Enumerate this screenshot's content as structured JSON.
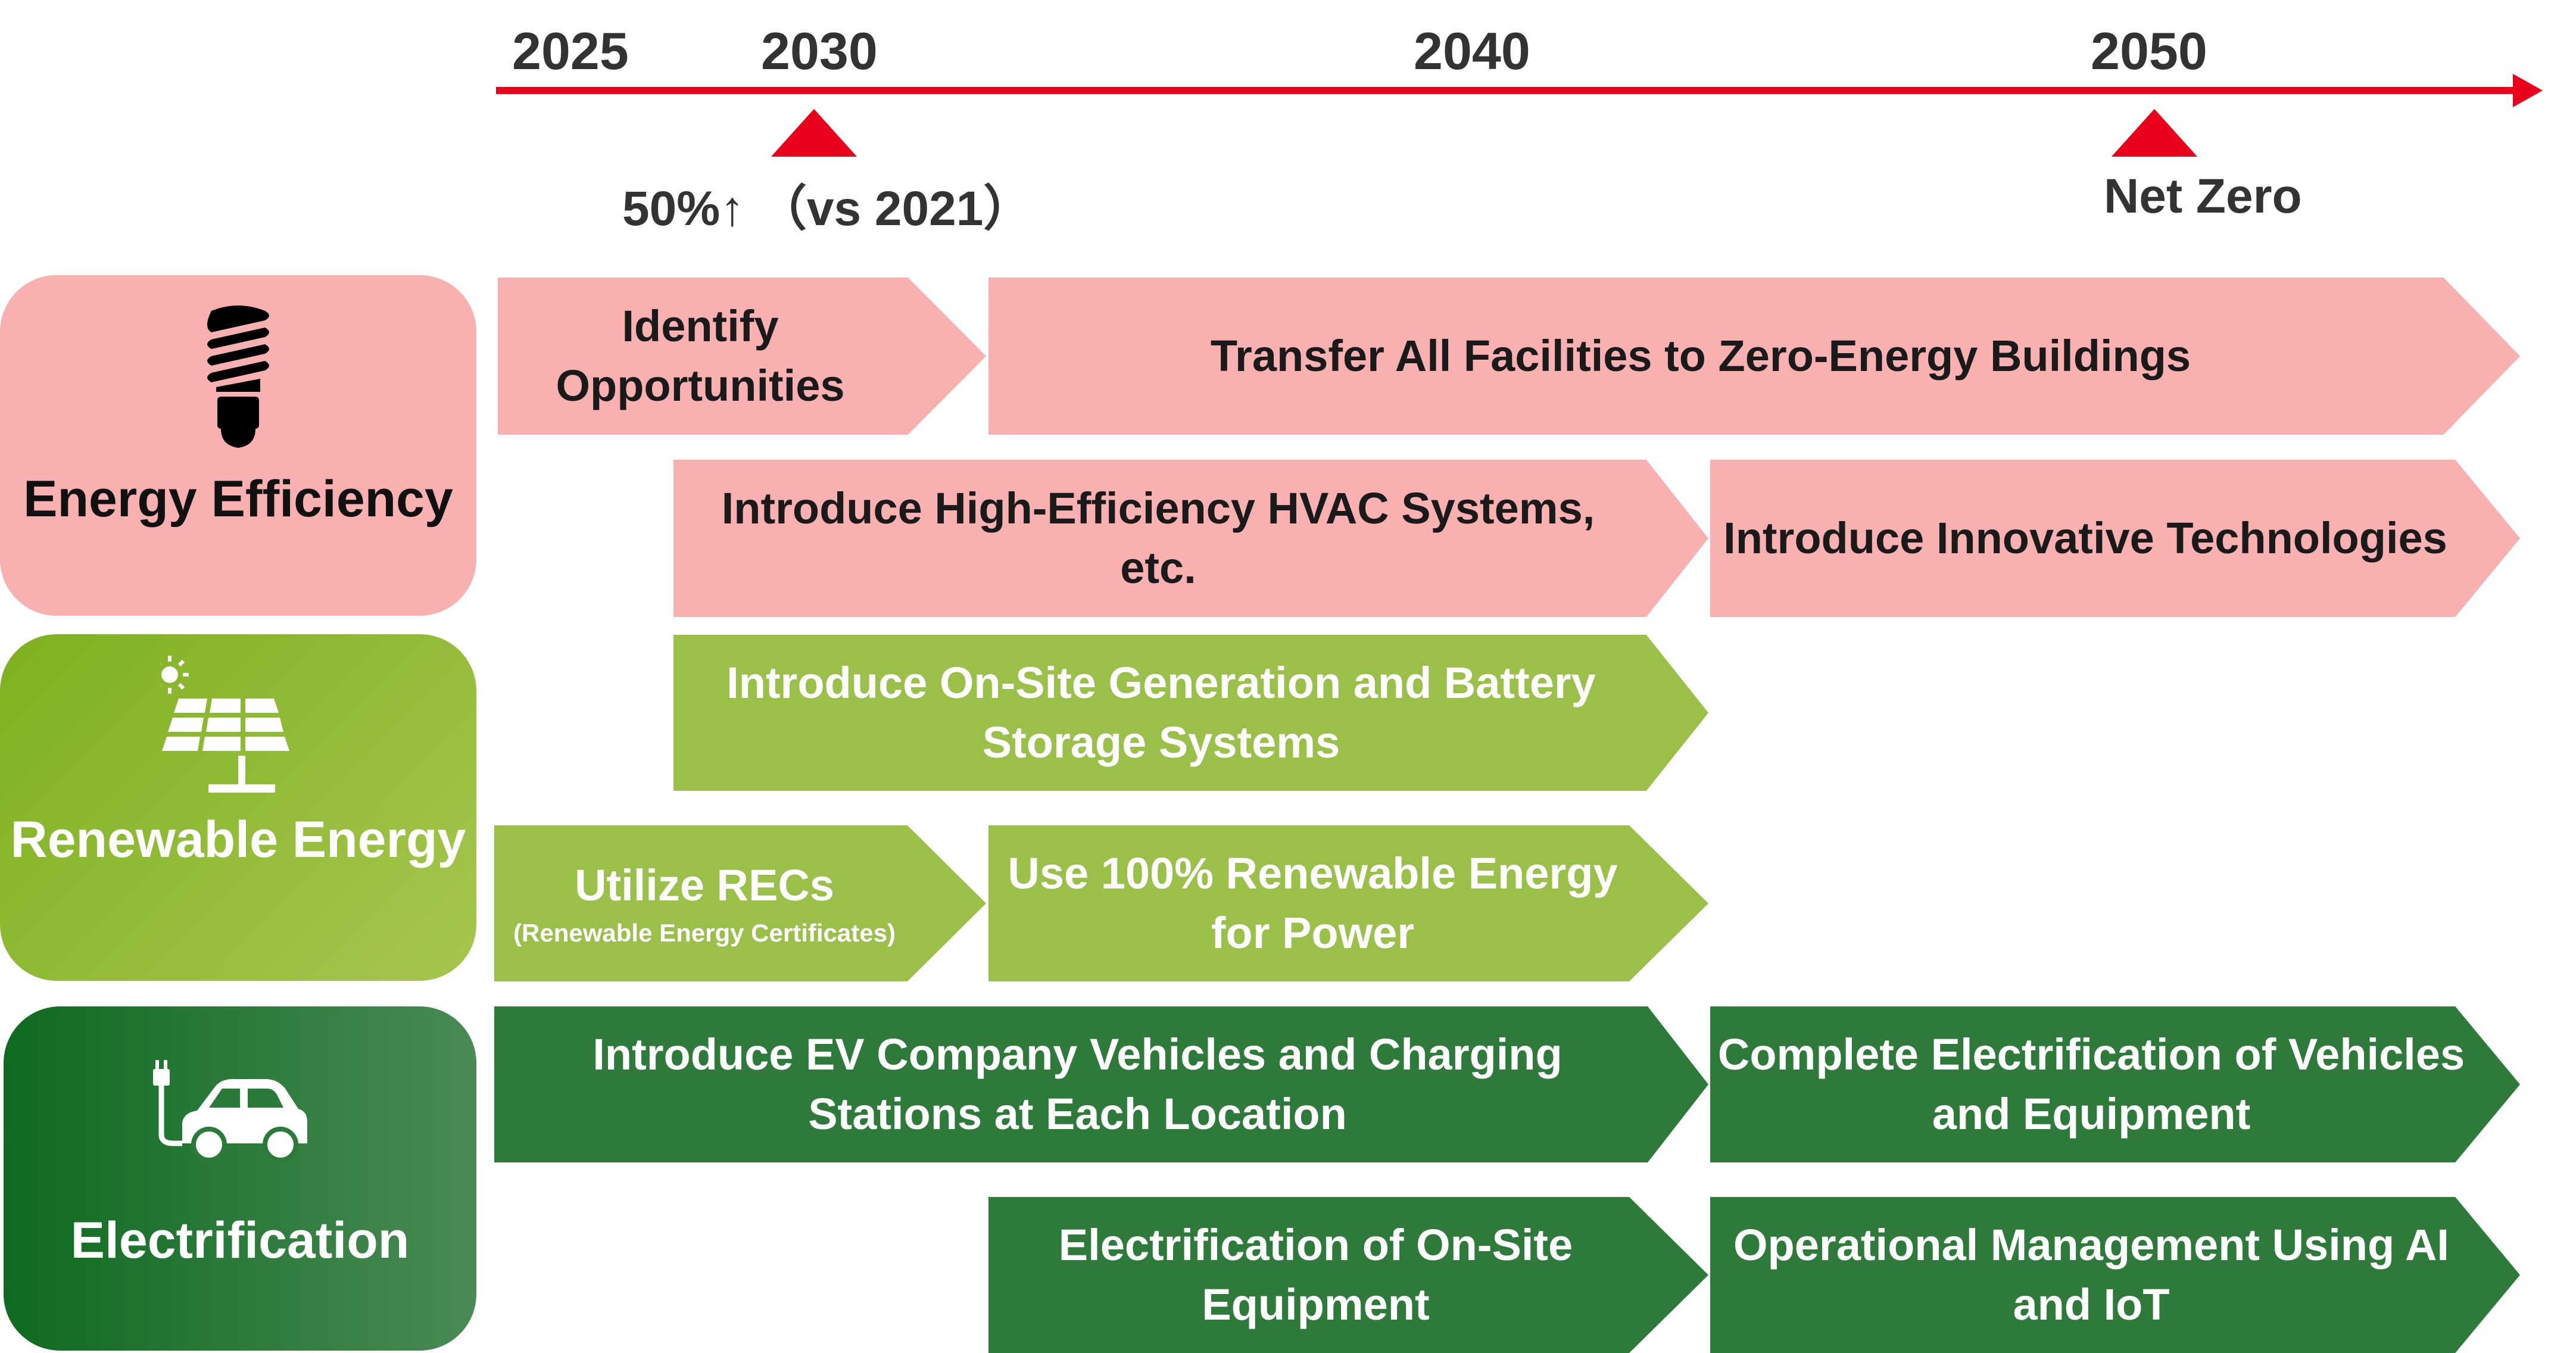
{
  "timeline": {
    "years": [
      "2025",
      "2030",
      "2040",
      "2050"
    ],
    "milestone_2030": "50%↑ （vs 2021）",
    "milestone_2050": "Net Zero"
  },
  "categories": [
    {
      "label": "Energy  Efficiency",
      "icon": "light-bulb-icon",
      "color": "#f8b0b0"
    },
    {
      "label": "Renewable Energy",
      "icon": "solar-panel-icon",
      "color": "#8ab82e"
    },
    {
      "label": "Electrification",
      "icon": "electric-car-icon",
      "color": "#1e7a2e"
    }
  ],
  "arrows": {
    "identify": "Identify Opportunities",
    "zeb": "Transfer All Facilities to Zero-Energy Buildings",
    "hvac": "Introduce High-Efficiency HVAC Systems, etc.",
    "innovative": "Introduce Innovative Technologies",
    "onsite_gen": "Introduce On-Site Generation and Battery Storage Systems",
    "recs": "Utilize RECs",
    "recs_sub": "(Renewable Energy Certificates)",
    "re100": "Use 100% Renewable Energy for Power",
    "ev": "Introduce EV Company Vehicles and Charging Stations at Each Location",
    "complete_elec": "Complete Electrification of Vehicles and Equipment",
    "onsite_equip": "Electrification of On-Site Equipment",
    "ai_iot": "Operational Management Using AI and IoT"
  }
}
